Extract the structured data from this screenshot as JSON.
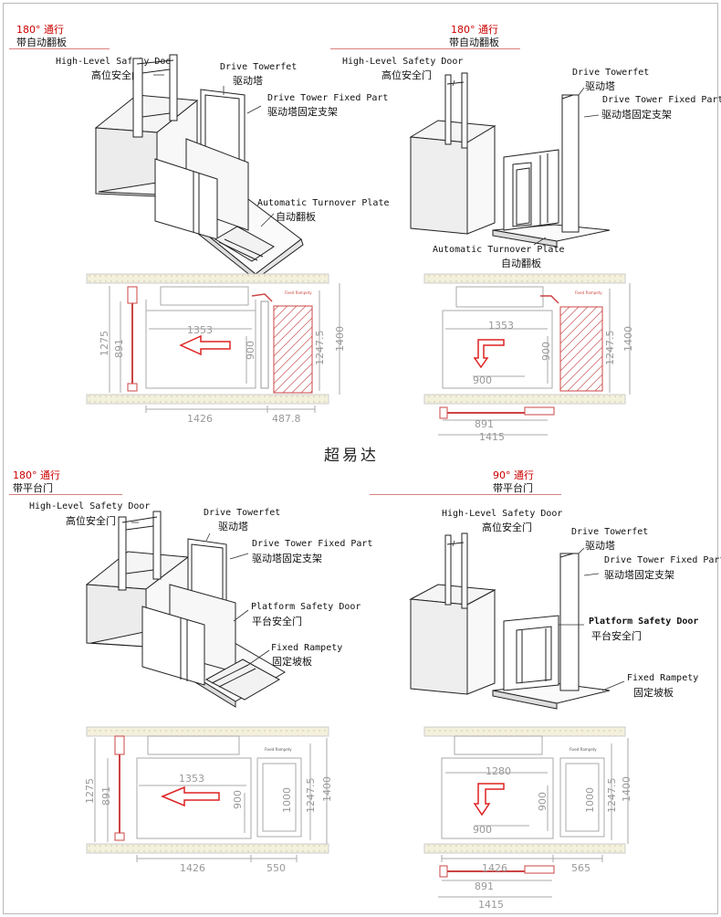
{
  "watermark": "超易达",
  "panels": {
    "tl": {
      "title": "180° 通行",
      "subtitle": "带自动翻板",
      "labels": {
        "hls_en": "High-Level Safety Door",
        "hls_cn": "高位安全门",
        "dt_en": "Drive Towerfet",
        "dt_cn": "驱动塔",
        "dtf_en": "Drive Tower Fixed Part",
        "dtf_cn": "驱动塔固定支架",
        "atp_en": "Automatic Turnover Plate",
        "atp_cn": "自动翻板"
      },
      "plan": {
        "d1353": "1353",
        "d900": "900",
        "d1275": "1275",
        "d891": "891",
        "d1247": "1247.5",
        "d1400": "1400",
        "d1426": "1426",
        "d487": "487.8",
        "tag": "Fixed Rampety"
      }
    },
    "tr": {
      "title": "180° 通行",
      "subtitle": "带自动翻板",
      "labels": {
        "hls_en": "High-Level Safety Door",
        "hls_cn": "高位安全门",
        "dt_en": "Drive Towerfet",
        "dt_cn": "驱动塔",
        "dtf_en": "Drive Tower Fixed Part",
        "dtf_cn": "驱动塔固定支架",
        "atp_en": "Automatic Turnover Plate",
        "atp_cn": "自动翻板"
      },
      "plan": {
        "d1353": "1353",
        "d900h": "900",
        "d900v": "900",
        "d1247": "1247.5",
        "d1400": "1400",
        "d891": "891",
        "d1415": "1415",
        "tag": "Fixed Rampety"
      }
    },
    "bl": {
      "title": "180° 通行",
      "subtitle": "带平台门",
      "labels": {
        "hls_en": "High-Level Safety Door",
        "hls_cn": "高位安全门",
        "dt_en": "Drive Towerfet",
        "dt_cn": "驱动塔",
        "dtf_en": "Drive Tower Fixed Part",
        "dtf_cn": "驱动塔固定支架",
        "psd_en": "Platform Safety Door",
        "psd_cn": "平台安全门",
        "fr_en": "Fixed Rampety",
        "fr_cn": "固定坡板"
      },
      "plan": {
        "d1353": "1353",
        "d900": "900",
        "d1275": "1275",
        "d891": "891",
        "d1000": "1000",
        "d1247": "1247.5",
        "d1400": "1400",
        "d1426": "1426",
        "d550": "550",
        "tag": "Fixed Rampety"
      }
    },
    "br": {
      "title": "90° 通行",
      "subtitle": "带平台门",
      "labels": {
        "hls_en": "High-Level Safety Door",
        "hls_cn": "高位安全门",
        "dt_en": "Drive Towerfet",
        "dt_cn": "驱动塔",
        "dtf_en": "Drive Tower Fixed Part",
        "dtf_cn": "驱动塔固定支架",
        "psd_en": "Platform Safety Door",
        "psd_cn": "平台安全门",
        "fr_en": "Fixed Rampety",
        "fr_cn": "固定坡板"
      },
      "plan": {
        "d1280": "1280",
        "d900v": "900",
        "d900h": "900",
        "d1000": "1000",
        "d1247": "1247.5",
        "d1400": "1400",
        "d1426": "1426",
        "d565": "565",
        "d891": "891",
        "d1415": "1415",
        "tag": "Fixed Rampety"
      }
    }
  }
}
